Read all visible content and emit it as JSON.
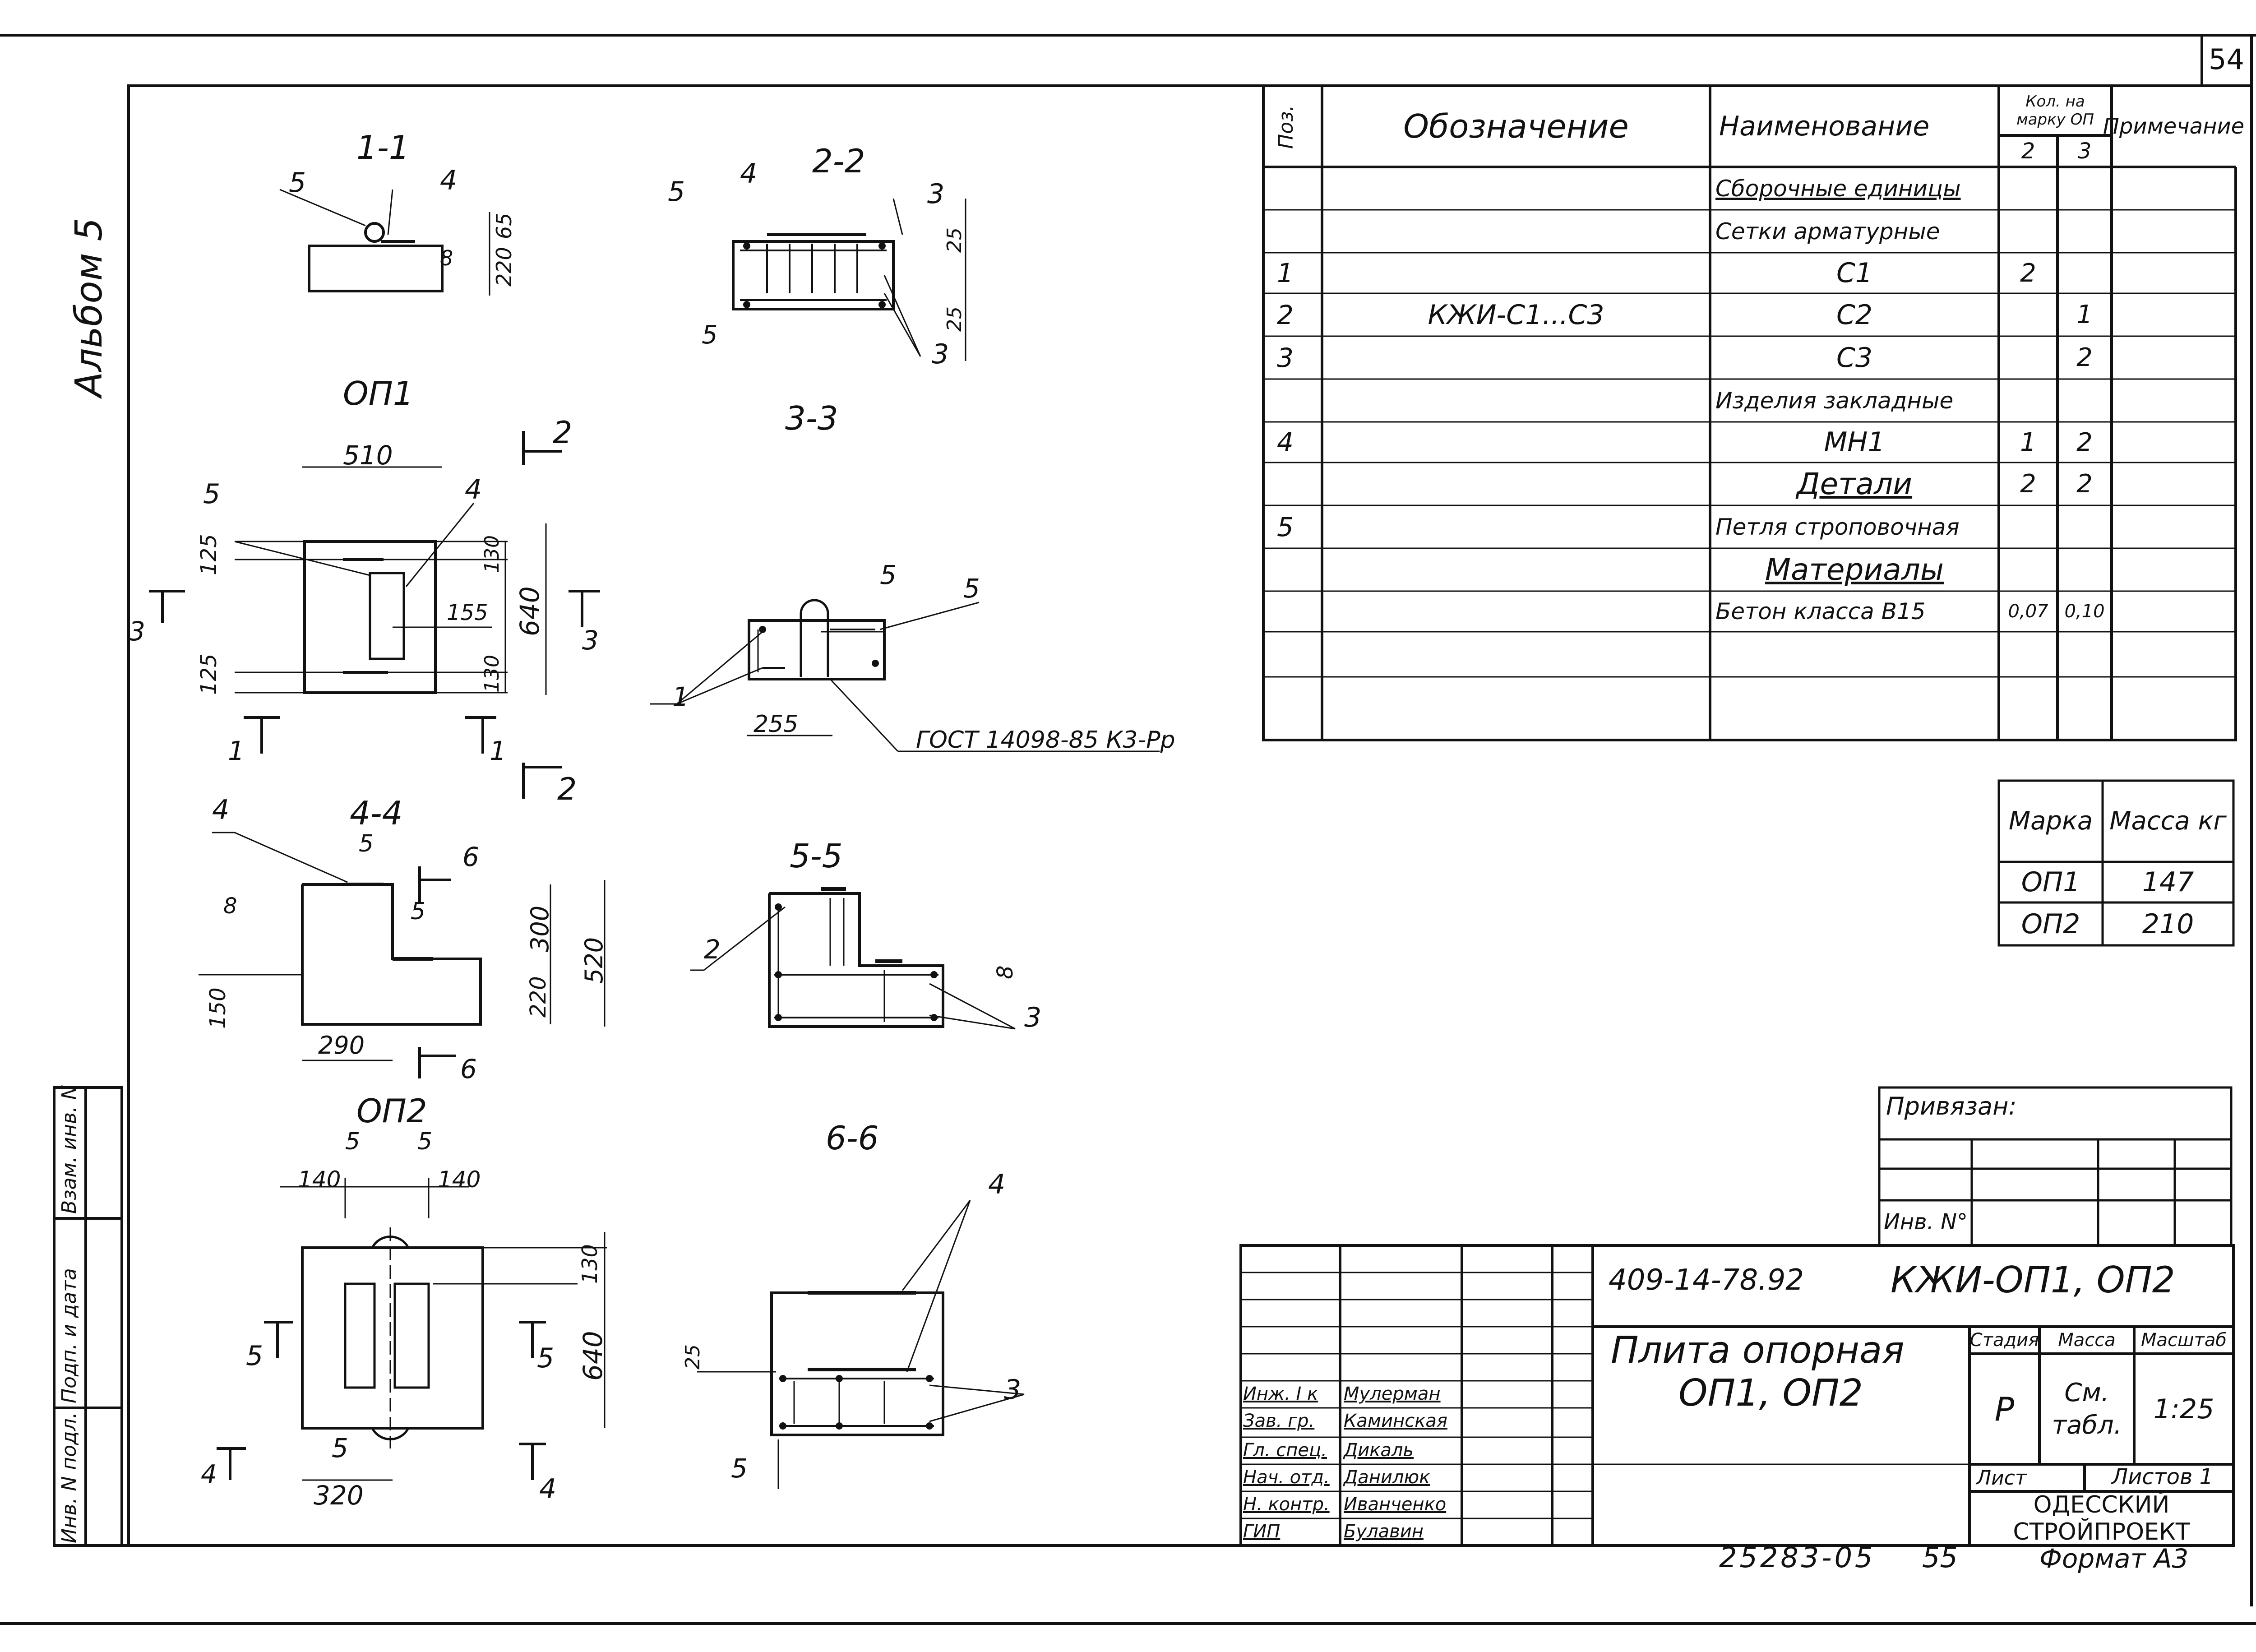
{
  "sheet": {
    "page_number": "54",
    "album_label": "Альбом 5",
    "bottom_code": "25283-05",
    "bottom_page": "55",
    "format": "Формат А3"
  },
  "side_stamp": {
    "inv_no_orig": "Инв. N подл.",
    "signature_date": "Подп. и дата",
    "inv_no_replaced": "Взам. инв. N"
  },
  "views": {
    "op1_title": "ОП1",
    "op2_title": "ОП2",
    "s11": "1-1",
    "s22": "2-2",
    "s33": "3-3",
    "s44": "4-4",
    "s55": "5-5",
    "s66": "6-6"
  },
  "dims": {
    "s11": [
      "5",
      "4",
      "65",
      "8",
      "220"
    ],
    "s22": [
      "5",
      "4",
      "3",
      "25",
      "25",
      "5",
      "3"
    ],
    "op1": [
      "510",
      "2",
      "4",
      "5",
      "125",
      "130",
      "155",
      "640",
      "125",
      "130",
      "3",
      "3",
      "1",
      "1",
      "2"
    ],
    "s33": [
      "5",
      "5",
      "1",
      "255"
    ],
    "gost": "ГОСТ 14098-85 К3-Рр",
    "s44": [
      "4",
      "5",
      "6",
      "8",
      "5",
      "300",
      "520",
      "150",
      "220",
      "290",
      "6"
    ],
    "s55": [
      "2",
      "8",
      "3"
    ],
    "op2": [
      "5",
      "5",
      "140",
      "140",
      "130",
      "640",
      "5",
      "5",
      "5",
      "4",
      "4",
      "320"
    ],
    "s66": [
      "4",
      "25",
      "3",
      "5"
    ]
  },
  "spec_table": {
    "headers": {
      "pos": "Поз.",
      "designation": "Обозначение",
      "name": "Наименование",
      "qty": "Кол. на марку ОП",
      "qty_cols": [
        "2",
        "3"
      ],
      "note": "Примечание"
    },
    "rows": [
      {
        "pos": "",
        "designation": "",
        "name": "Сборочные единицы",
        "q2": "",
        "q3": "",
        "style": "underline"
      },
      {
        "pos": "",
        "designation": "",
        "name": "Сетки арматурные",
        "q2": "",
        "q3": "",
        "style": ""
      },
      {
        "pos": "1",
        "designation": "",
        "name": "С1",
        "q2": "2",
        "q3": "",
        "style": "center"
      },
      {
        "pos": "2",
        "designation": "КЖИ-С1...С3",
        "name": "С2",
        "q2": "",
        "q3": "1",
        "style": "center"
      },
      {
        "pos": "3",
        "designation": "",
        "name": "С3",
        "q2": "",
        "q3": "2",
        "style": "center"
      },
      {
        "pos": "",
        "designation": "",
        "name": "Изделия закладные",
        "q2": "",
        "q3": "",
        "style": ""
      },
      {
        "pos": "4",
        "designation": "",
        "name": "МН1",
        "q2": "1",
        "q3": "2",
        "style": "center"
      },
      {
        "pos": "",
        "designation": "",
        "name": "Детали",
        "q2": "2",
        "q3": "2",
        "style": "heading"
      },
      {
        "pos": "5",
        "designation": "",
        "name": "Петля строповочная",
        "q2": "",
        "q3": "",
        "style": ""
      },
      {
        "pos": "",
        "designation": "",
        "name": "Материалы",
        "q2": "",
        "q3": "",
        "style": "heading"
      },
      {
        "pos": "",
        "designation": "",
        "name": "Бетон класса В15",
        "q2": "0,07",
        "q3": "0,10",
        "style": ""
      },
      {
        "pos": "",
        "designation": "",
        "name": "",
        "q2": "",
        "q3": "",
        "style": ""
      }
    ]
  },
  "mass_table": {
    "headers": [
      "Марка",
      "Масса кг"
    ],
    "rows": [
      [
        "ОП1",
        "147"
      ],
      [
        "ОП2",
        "210"
      ]
    ]
  },
  "binding_box": {
    "title": "Привязан:",
    "inv": "Инв. N°"
  },
  "title_block": {
    "project_code": "409-14-78.92",
    "drawing_code": "КЖИ-ОП1, ОП2",
    "item_name": "Плита опорная",
    "item_marks": "ОП1, ОП2",
    "stage_label": "Стадия",
    "mass_label": "Масса",
    "scale_label": "Масштаб",
    "stage_value": "Р",
    "mass_value": "См. табл.",
    "scale_value": "1:25",
    "sheet_label": "Лист",
    "sheets_label": "Листов 1",
    "org_line1": "ОДЕССКИЙ",
    "org_line2": "СТРОЙПРОЕКТ",
    "staff": [
      {
        "role": "Инж. I к",
        "name": "Мулерман"
      },
      {
        "role": "Зав. гр.",
        "name": "Каминская"
      },
      {
        "role": "Гл. спец.",
        "name": "Дикаль"
      },
      {
        "role": "Нач. отд.",
        "name": "Данилюк"
      },
      {
        "role": "Н. контр.",
        "name": "Иванченко"
      },
      {
        "role": "ГИП",
        "name": "Булавин"
      }
    ]
  }
}
